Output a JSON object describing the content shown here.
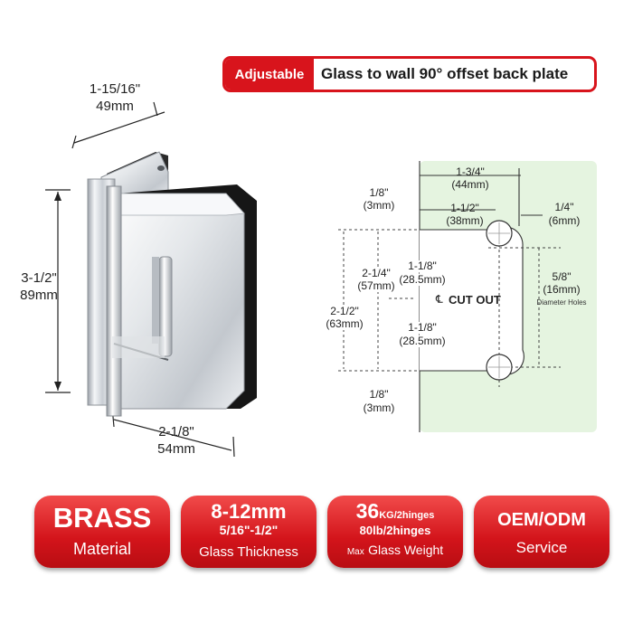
{
  "header": {
    "tag": "Adjustable",
    "title": "Glass to wall 90° offset back plate"
  },
  "product_dims": {
    "width_top": "1-15/16\"",
    "width_top_mm": "49mm",
    "height": "3-1/2\"",
    "height_mm": "89mm",
    "width_bottom": "2-1/8\"",
    "width_bottom_mm": "54mm"
  },
  "schematic": {
    "top_total": "1-3/4\"",
    "top_total_mm": "(44mm)",
    "top_inner": "1-1/2\"",
    "top_inner_mm": "(38mm)",
    "right_edge": "1/4\"",
    "right_edge_mm": "(6mm)",
    "top_gap": "1/8\"",
    "top_gap_mm": "(3mm)",
    "bottom_gap": "1/8\"",
    "bottom_gap_mm": "(3mm)",
    "cut_height": "2-1/4\"",
    "cut_height_mm": "(57mm)",
    "cut_upper": "1-1/8\"",
    "cut_upper_mm": "(28.5mm)",
    "cut_lower": "1-1/8\"",
    "cut_lower_mm": "(28.5mm)",
    "total_height": "2-1/2\"",
    "total_height_mm": "(63mm)",
    "hole": "5/8\"",
    "hole_mm": "(16mm)",
    "hole_note": "Diameter Holes",
    "cutout_label": "CUT OUT"
  },
  "badges": [
    {
      "big": "BRASS",
      "small": "Material"
    },
    {
      "big": "8-12mm",
      "mid": "5/16\"-1/2\"",
      "small": "Glass Thickness"
    },
    {
      "big": "36",
      "big_unit": "KG/2hinges",
      "mid": "80lb/2hinges",
      "small_prefix": "Max",
      "small": "Glass Weight"
    },
    {
      "big": "OEM/ODM",
      "small": "Service"
    }
  ],
  "colors": {
    "accent": "#d8141c",
    "glass": "#e5f4e0"
  }
}
